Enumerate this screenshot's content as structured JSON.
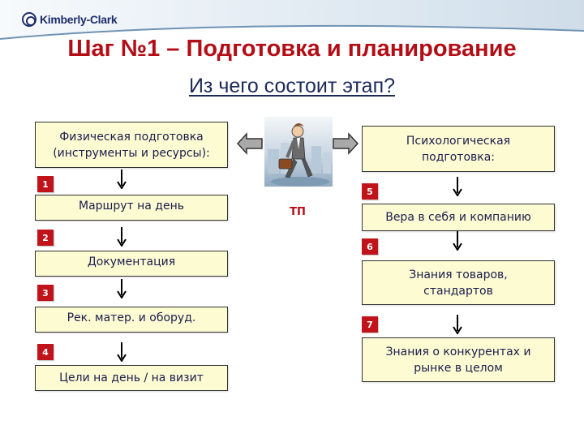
{
  "header": {
    "logo_text": "Kimberly-Clark",
    "logo_icon": "kimberly-clark-logo-icon"
  },
  "slide": {
    "title": "Шаг №1 – Подготовка и планирование",
    "subtitle": "Из чего состоит этап?"
  },
  "center": {
    "image_icon": "salesman-walking-with-briefcase-illustration",
    "label": "ТП",
    "arrows": [
      "arrow-left-icon",
      "arrow-right-icon"
    ]
  },
  "left_column": {
    "header": "Физическая подготовка (инструменты и ресурсы):",
    "header_lines": [
      "Физическая подготовка",
      "(инструменты и ресурсы):"
    ],
    "steps": [
      {
        "number": "1",
        "label": "Маршрут на день"
      },
      {
        "number": "2",
        "label": "Документация"
      },
      {
        "number": "3",
        "label": "Рек. матер. и оборуд."
      },
      {
        "number": "4",
        "label": "Цели на день / на визит"
      }
    ]
  },
  "right_column": {
    "header": "Психологическая подготовка:",
    "header_lines": [
      "Психологическая",
      "подготовка:"
    ],
    "steps": [
      {
        "number": "5",
        "label": "Вера в себя и компанию",
        "lines": [
          "Вера в себя и компанию"
        ]
      },
      {
        "number": "6",
        "label": "Знания товаров, стандартов",
        "lines": [
          "Знания товаров,",
          "стандартов"
        ]
      },
      {
        "number": "7",
        "label": "Знания о конкурентах и рынке в целом",
        "lines": [
          "Знания о конкурентах и",
          "рынке в целом"
        ]
      }
    ]
  },
  "colors": {
    "title_red": "#b30d16",
    "subtitle_navy": "#1c2a5a",
    "box_fill": "#fcfbd2",
    "badge_red": "#c1131a",
    "box_text": "#1c1c4e"
  }
}
